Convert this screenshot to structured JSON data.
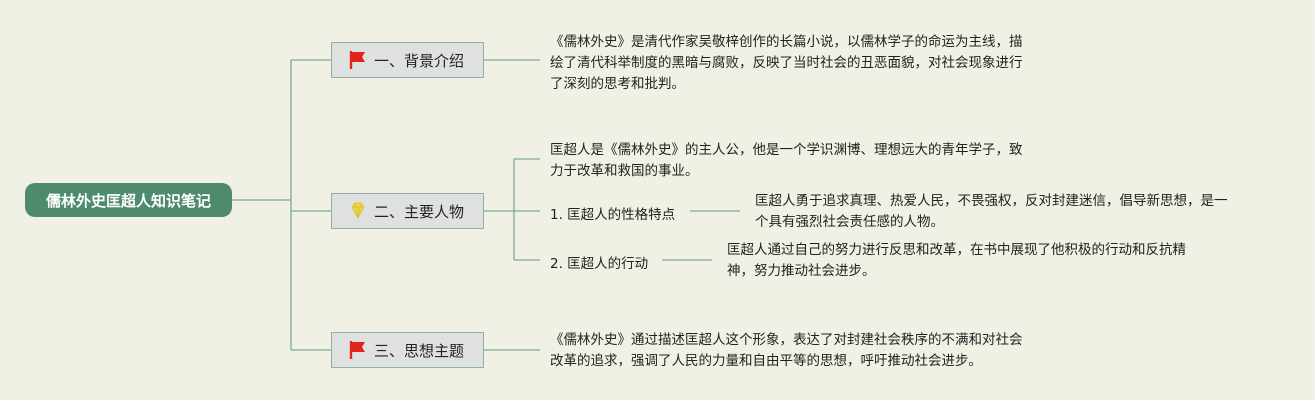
{
  "root": "儒林外史匡超人知识笔记",
  "branches": [
    {
      "label": "一、背景介绍",
      "icon": "red-flag-icon",
      "text": [
        "《儒林外史》是清代作家吴敬梓创作的长篇小说，以儒林学子的命运为主线，描",
        "绘了清代科举制度的黑暗与腐败，反映了当时社会的丑恶面貌，对社会现象进行",
        "了深刻的思考和批判。"
      ]
    },
    {
      "label": "二、主要人物",
      "icon": "diamond-icon",
      "text": [
        "匡超人是《儒林外史》的主人公，他是一个学识渊博、理想远大的青年学子，致",
        "力于改革和救国的事业。"
      ],
      "subitems": [
        {
          "label": "1. 匡超人的性格特点",
          "text": [
            "匡超人勇于追求真理、热爱人民，不畏强权，反对封建迷信，倡导新思想，是一",
            "个具有强烈社会责任感的人物。"
          ]
        },
        {
          "label": "2. 匡超人的行动",
          "text": [
            "匡超人通过自己的努力进行反思和改革，在书中展现了他积极的行动和反抗精",
            "神，努力推动社会进步。"
          ]
        }
      ]
    },
    {
      "label": "三、思想主题",
      "icon": "red-flag-icon",
      "text": [
        "《儒林外史》通过描述匡超人这个形象，表达了对封建社会秩序的不满和对社会",
        "改革的追求，强调了人民的力量和自由平等的思想，呼吁推动社会进步。"
      ]
    }
  ],
  "colors": {
    "background": "#f1f0e4",
    "root_fill": "#4e8b6e",
    "branch_fill": "#dfe1e1",
    "connector": "#7fa997",
    "flag": "#e0241b",
    "diamond": "#f0d84a"
  }
}
